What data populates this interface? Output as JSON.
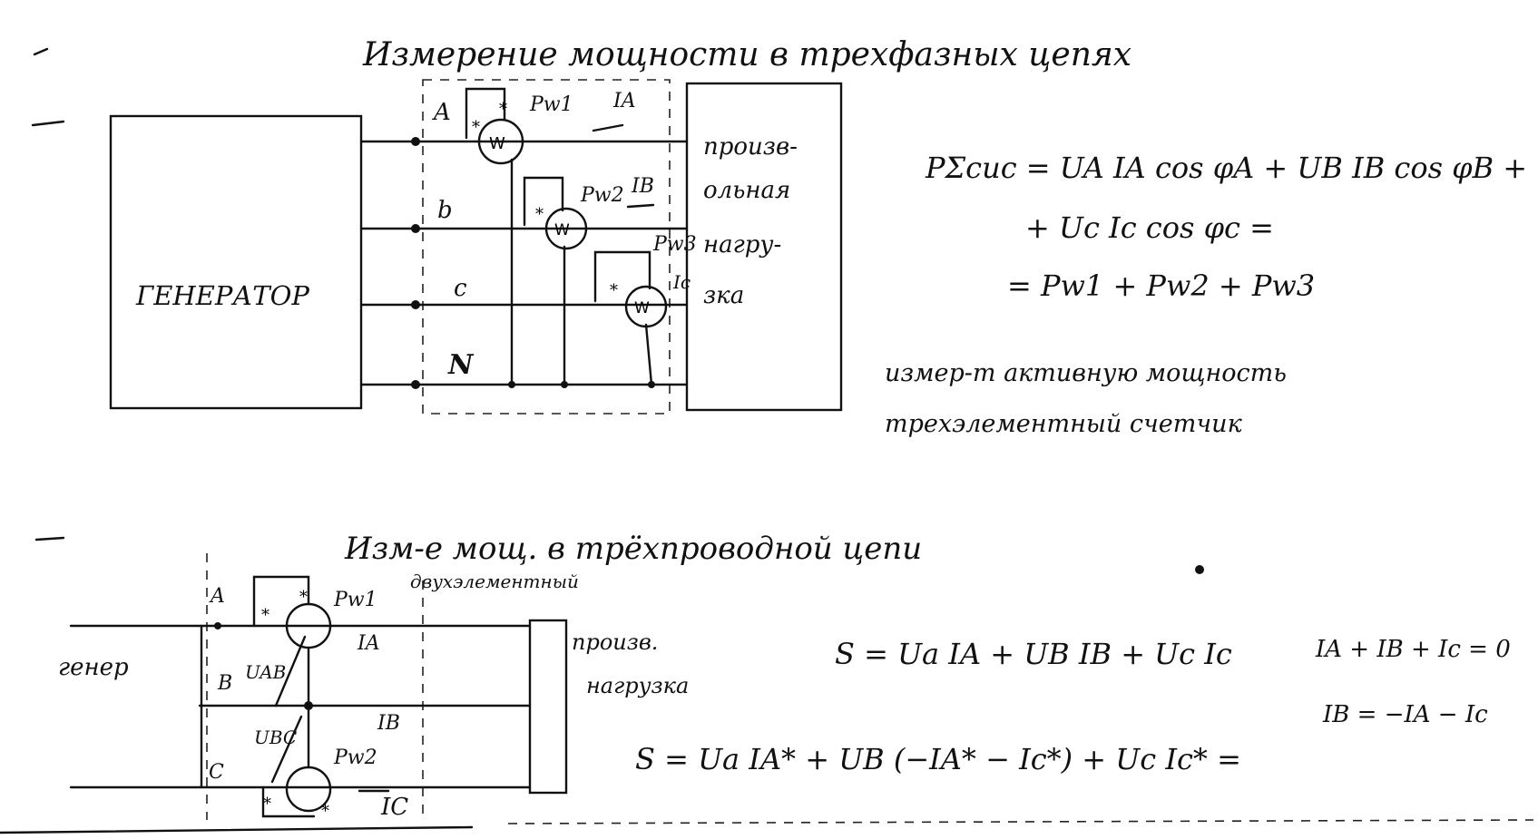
{
  "top": {
    "title": "Измерение мощности в трехфазных цепях",
    "generator_label": "ГЕНЕРАТОР",
    "phase_labels": [
      "A",
      "b",
      "c",
      "N"
    ],
    "load_label": [
      "произв-",
      "ольная",
      "нагру-",
      "зка"
    ],
    "wattmeters": [
      {
        "name": "Pw1",
        "current": "IA"
      },
      {
        "name": "Pw2",
        "current": "IB"
      },
      {
        "name": "Pw3",
        "current": "Ic"
      }
    ],
    "formula_lines": [
      "PΣсис = UA IA cos φA + UB IB cos φB +",
      "+ Uc Ic cos φc =",
      "= Pw1 + Pw2 + Pw3"
    ],
    "note_lines": [
      "измер-т активную мощность",
      "трехэлементный счетчик"
    ]
  },
  "bottom": {
    "title": "Изм-е мощ. в трёхпроводной цепи",
    "subtitle": "двухэлементный",
    "generator_label": "генер",
    "phase_labels": [
      "A",
      "B",
      "C"
    ],
    "load_label": [
      "произв.",
      "нагрузка"
    ],
    "wattmeters": [
      {
        "name": "Pw1"
      },
      {
        "name": "Pw2"
      }
    ],
    "voltage_labels": [
      "UAB",
      "UBC"
    ],
    "current_labels": [
      "IA",
      "IB",
      "IC"
    ],
    "formula_s": "S = Ua IA + UB IB + Uc Ic",
    "formula_s_conj": "S = Ua IA* + UB (−IA* − Ic*) + Uc Ic* =",
    "kcl": "IA + IB + Ic = 0",
    "ib_expr": "IB = −IA − Ic"
  },
  "icons": [
    "star-marker",
    "wattmeter-symbol",
    "arrow"
  ]
}
